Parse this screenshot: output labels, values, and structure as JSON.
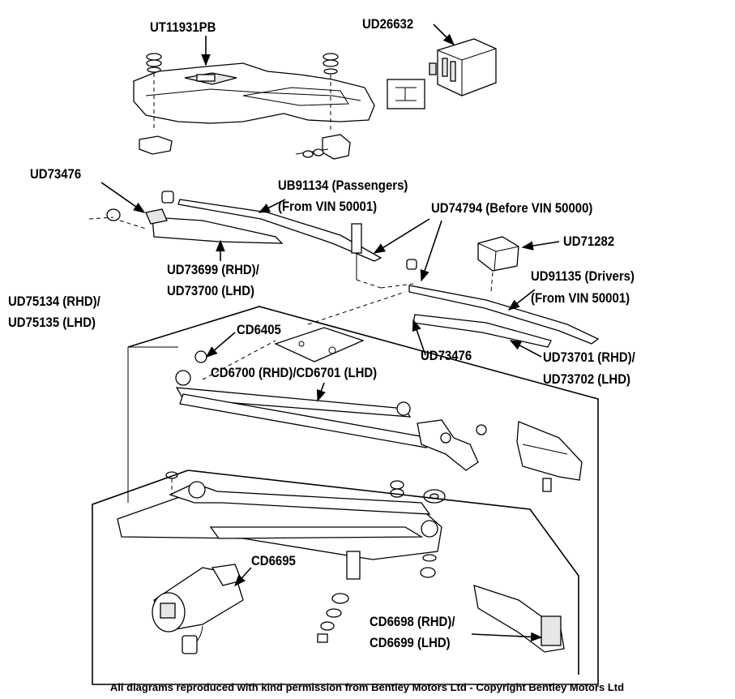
{
  "labels": {
    "ut11931pb": "UT11931PB",
    "ud26632": "UD26632",
    "ud73476_top": "UD73476",
    "ub91134_line1": "UB91134 (Passengers)",
    "ub91134_line2": "(From VIN 50001)",
    "ud74794": "UD74794 (Before VIN 50000)",
    "ud71282": "UD71282",
    "ud73699_line1": "UD73699 (RHD)/",
    "ud73699_line2": "UD73700 (LHD)",
    "ud91135_line1": "UD91135 (Drivers)",
    "ud91135_line2": "(From VIN 50001)",
    "ud75134_line1": "UD75134 (RHD)/",
    "ud75134_line2": "UD75135 (LHD)",
    "cd6405": "CD6405",
    "ud73476_mid": "UD73476",
    "ud73701_line1": "UD73701 (RHD)/",
    "ud73701_line2": "UD73702 (LHD)",
    "cd6700": "CD6700 (RHD)/CD6701 (LHD)",
    "cd6695": "CD6695",
    "cd6698_line1": "CD6698 (RHD)/",
    "cd6698_line2": "CD6699 (LHD)"
  },
  "credit": "All diagrams reproduced with kind permission from Bentley Motors Ltd - Copyright Bentley Motors Ltd"
}
